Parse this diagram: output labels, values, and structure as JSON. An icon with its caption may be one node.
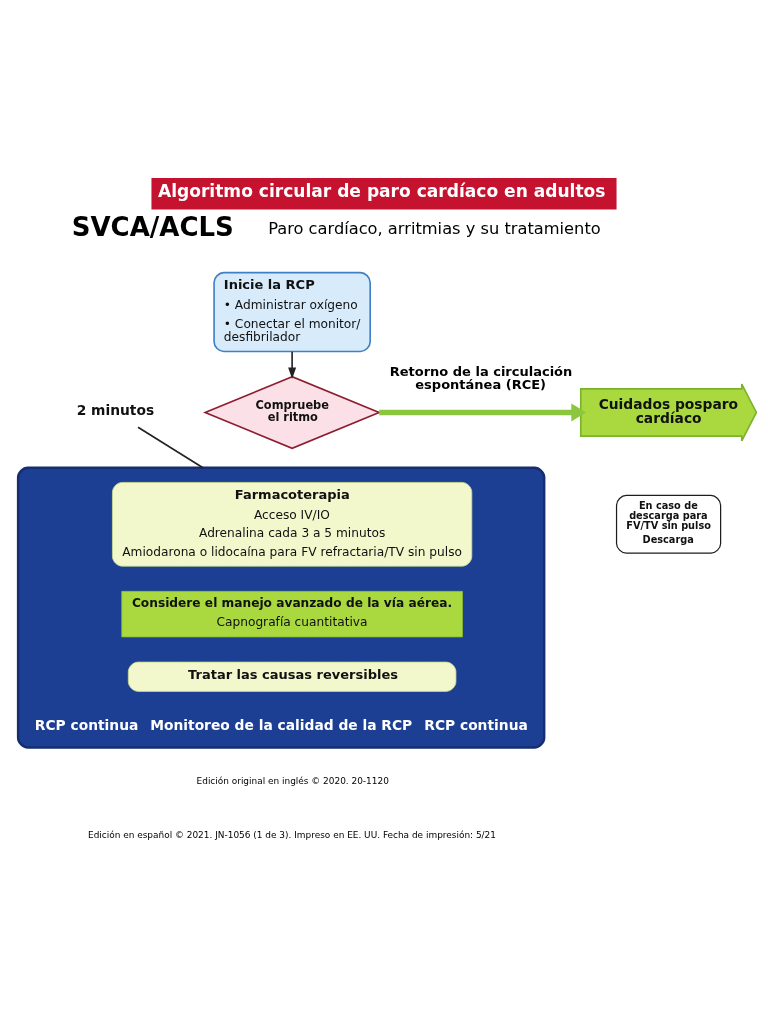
{
  "diagram": {
    "title": "Algoritmo circular de paro cardíaco en adultos",
    "nodes": [
      {
        "text": [
          "Inicie la RCP",
          "• Administrar oxígeno",
          "• Conectar el monitor/ desfibrilador"
        ]
      },
      {
        "text": [
          "2 minutos"
        ]
      },
      {
        "text": [
          "Compruebe el ritmo"
        ]
      },
      {
        "text": [
          "Cuidados posparo cardíaco"
        ]
      },
      {
        "text": [
          "En caso de descarga para FV/TV sin pulso",
          "Descarga"
        ]
      },
      {
        "text": [
          "RCP continua",
          "Monitoreo de la calidad de la RCP",
          "RCP continua"
        ]
      },
      {
        "text": [
          "Farmacoterapia",
          "Acceso IV/IO",
          "Adrenalina cada 3 a 5 minutos",
          "Amiodarona o lidocaína para FV refractaria/TV sin pulso"
        ],
        "in": 5
      },
      {
        "text": [
          "Considere el manejo avanzado de la vía aérea.",
          "Capnografía cuantitativa"
        ],
        "in": 5
      },
      {
        "text": [
          "Tratar las causas reversibles"
        ],
        "in": 5
      }
    ],
    "edges": [
      {
        "from": 0,
        "to": 2,
        "arrow": "to"
      },
      {
        "from": 2,
        "to": 3,
        "arrow": "to",
        "label": "Retorno de la circulación espontánea (RCE)",
        "style": "thick",
        "color": "#8cc63f"
      },
      {
        "from": 1,
        "to": 5,
        "arrow": "none"
      }
    ],
    "labels": [
      "SVCA/ACLS",
      "Paro cardíaco, arritmias y su tratamiento",
      "Edición original en inglés © 2020. 20-1120",
      "Edición en español © 2021. JN-1056 (1 de 3). Impreso en EE. UU. Fecha de impresión: 5/21"
    ]
  }
}
